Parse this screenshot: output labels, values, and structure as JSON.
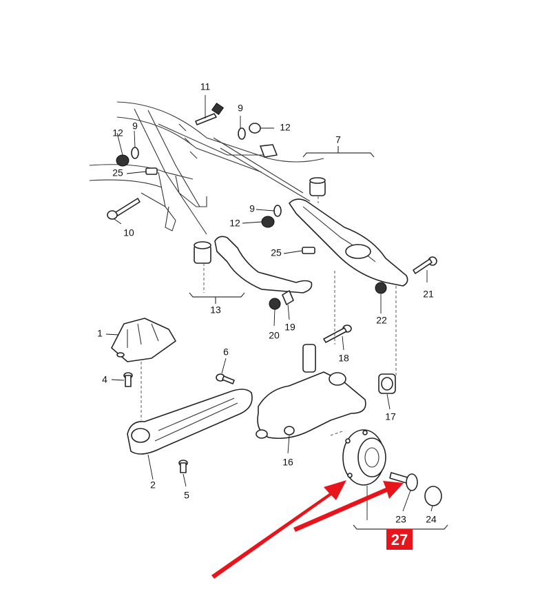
{
  "labels": {
    "p1": "1",
    "p2": "2",
    "p4": "4",
    "p5": "5",
    "p6": "6",
    "p7": "7",
    "p9a": "9",
    "p9b": "9",
    "p9c": "9",
    "p10": "10",
    "p11": "11",
    "p12a": "12",
    "p12b": "12",
    "p12c": "12",
    "p13": "13",
    "p16": "16",
    "p17": "17",
    "p18": "18",
    "p19": "19",
    "p20": "20",
    "p21": "21",
    "p22": "22",
    "p23": "23",
    "p24": "24",
    "p25a": "25",
    "p25b": "25"
  },
  "highlight": {
    "label": "27",
    "bg_color": "#e8141c"
  },
  "arrow_color": "#e8141c"
}
